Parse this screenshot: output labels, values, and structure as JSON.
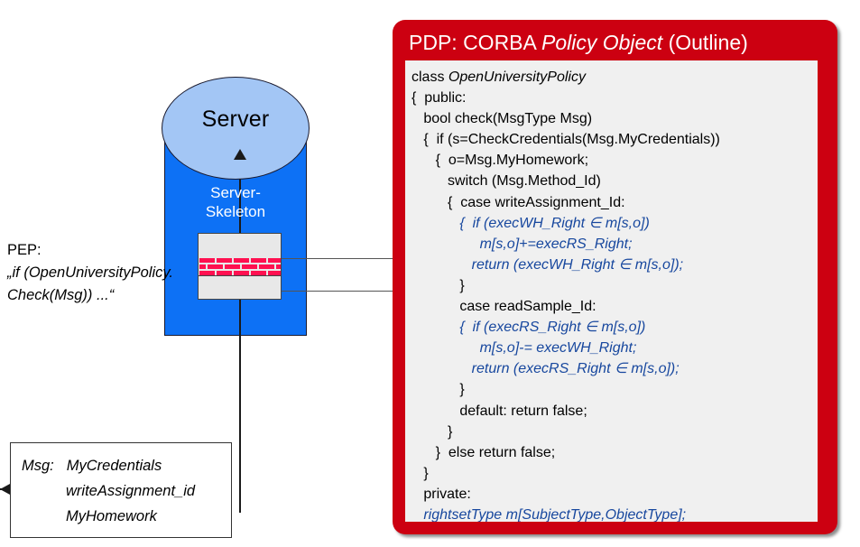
{
  "diagram": {
    "title": "PDP: CORBA Policy Object (Outline)"
  },
  "server": {
    "label": "Server",
    "skeleton_label_line1": "Server-",
    "skeleton_label_line2": "Skeleton",
    "body_color": "#0d71f5",
    "top_color": "#a3c6f5"
  },
  "pep": {
    "line1": "PEP:",
    "line2": "„if (OpenUniversityPolicy.",
    "line3": "Check(Msg)) ...“",
    "firewall_color": "#ff1050"
  },
  "msg": {
    "key": "Msg:",
    "values": [
      "MyCredentials",
      "writeAssignment_id",
      "MyHomework"
    ]
  },
  "pdp": {
    "header_color": "#cc0011",
    "code_bg": "#f0f0f0",
    "blue_color": "#17479e",
    "title_parts": [
      {
        "text": "PDP: CORBA ",
        "italic": false
      },
      {
        "text": "Policy Object",
        "italic": true
      },
      {
        "text": " (Outline)",
        "italic": false
      }
    ],
    "code_lines": [
      {
        "text": "class ",
        "italic_tail": "OpenUniversityPolicy",
        "blue": false
      },
      {
        "text": "{  public:",
        "blue": false
      },
      {
        "text": "   bool check(MsgType Msg)",
        "blue": false
      },
      {
        "text": "   {  if (s=CheckCredentials(Msg.MyCredentials))",
        "blue": false
      },
      {
        "text": "      {  o=Msg.MyHomework;",
        "blue": false
      },
      {
        "text": "         switch (Msg.Method_Id)",
        "blue": false
      },
      {
        "text": "         {  case writeAssignment_Id:",
        "blue": false
      },
      {
        "text": "            {  if (execWH_Right ∈ m[s,o])",
        "blue": true
      },
      {
        "text": "                 m[s,o]+=execRS_Right;",
        "blue": true
      },
      {
        "text": "               return (execWH_Right ∈ m[s,o]);",
        "blue": true
      },
      {
        "text": "            }",
        "blue": false
      },
      {
        "text": "            case readSample_Id:",
        "blue": false
      },
      {
        "text": "            {  if (execRS_Right ∈ m[s,o])",
        "blue": true
      },
      {
        "text": "                 m[s,o]-= execWH_Right;",
        "blue": true
      },
      {
        "text": "               return (execRS_Right ∈ m[s,o]);",
        "blue": true
      },
      {
        "text": "            }",
        "blue": false
      },
      {
        "text": "            default: return false;",
        "blue": false
      },
      {
        "text": "         }",
        "blue": false
      },
      {
        "text": "      }  else return false;",
        "blue": false
      },
      {
        "text": "   }",
        "blue": false
      },
      {
        "text": "   private:",
        "blue": false
      },
      {
        "text": "   rightsetType m[SubjectType,ObjectType];",
        "blue": true
      },
      {
        "text": "}",
        "blue": false
      }
    ]
  }
}
